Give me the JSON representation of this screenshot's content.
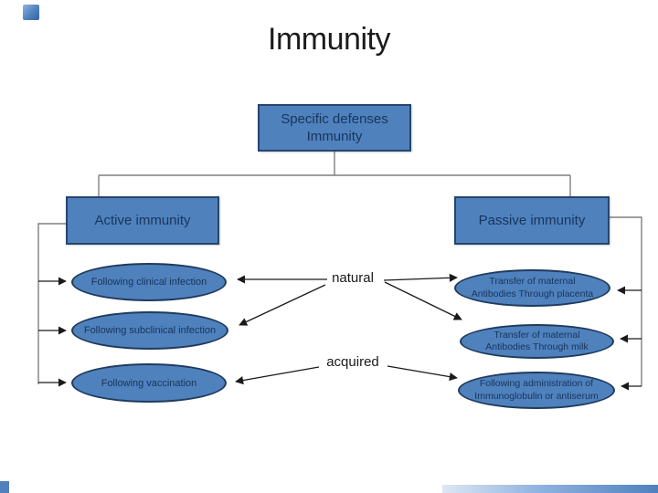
{
  "slide_title": "Immunity",
  "diagram": {
    "root_box": {
      "line1": "Specific defenses",
      "line2": "Immunity"
    },
    "active_box": "Active immunity",
    "passive_box": "Passive immunity",
    "natural_label": "natural",
    "acquired_label": "acquired",
    "active_items": [
      "Following clinical infection",
      "Following subclinical infection",
      "Following vaccination"
    ],
    "passive_items": [
      {
        "line1": "Transfer of maternal",
        "line2": "Antibodies Through placenta"
      },
      {
        "line1": "Transfer of maternal",
        "line2": "Antibodies Through milk"
      },
      {
        "line1": "Following administration of",
        "line2": "Immunoglobulin or antiserum"
      }
    ],
    "colors": {
      "shape_fill": "#4f81bd",
      "shape_border": "#26466b",
      "shape_text": "#17355c",
      "connector_gray": "#7f7f7f",
      "arrow_black": "#1a1a1a"
    }
  }
}
